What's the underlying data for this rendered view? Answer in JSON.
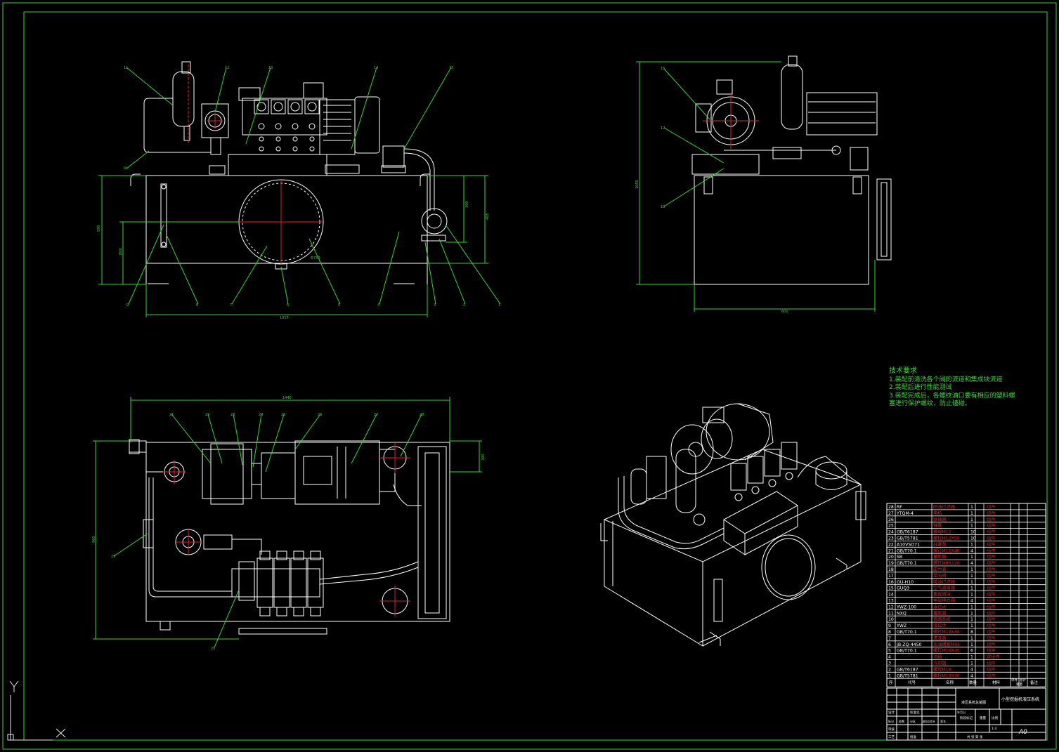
{
  "technical_requirements": {
    "heading": "技术要求",
    "lines": [
      "1.装配前清洗各个阀的流道和集成块流道",
      "2.装配后进行性能测试",
      "3.装配完成后，各螺纹油口要有相应的塑料螺",
      "塞进行保护螺纹，防止磕碰。"
    ]
  },
  "dimensions": {
    "front_width": "1015",
    "front_height": "590",
    "front_level": "800",
    "front_right_h1": "465",
    "front_right_h2": "390",
    "front_cover": "Φ750",
    "side_width": "600",
    "side_height": "1050",
    "top_width": "1440",
    "top_height": "980",
    "top_right": "390"
  },
  "callouts": {
    "front": [
      "11",
      "12",
      "13",
      "14",
      "15",
      "10",
      "9",
      "8",
      "7",
      "6",
      "5",
      "4",
      "3",
      "2",
      "1"
    ],
    "side": [
      "16",
      "17",
      "18"
    ],
    "top": [
      "21",
      "22",
      "23",
      "24",
      "25",
      "26",
      "27",
      "28",
      "20",
      "29"
    ]
  },
  "parts_list": [
    {
      "no": "28",
      "code": "RF",
      "name": "回油过滤器",
      "qty": "1",
      "mat": "组件"
    },
    {
      "no": "27",
      "code": "YTQM-4",
      "name": "电机",
      "qty": "1",
      "mat": "组件"
    },
    {
      "no": "26",
      "code": "",
      "name": "联轴器",
      "qty": "1",
      "mat": "组件"
    },
    {
      "no": "25",
      "code": "",
      "name": "钟罩",
      "qty": "1",
      "mat": "组件"
    },
    {
      "no": "24",
      "code": "GB/T6187",
      "name": "螺母M12",
      "qty": "10",
      "mat": "组件"
    },
    {
      "no": "23",
      "code": "GB/T5781",
      "name": "螺栓M12X50",
      "qty": "10",
      "mat": "组件"
    },
    {
      "no": "22",
      "code": "A10VSO71",
      "name": "柱塞泵",
      "qty": "1",
      "mat": "组件"
    },
    {
      "no": "21",
      "code": "GB/T70.1",
      "name": "螺钉M12X40",
      "qty": "4",
      "mat": "组件"
    },
    {
      "no": "20",
      "code": "SB",
      "name": "蓄能器",
      "qty": "1",
      "mat": "组件"
    },
    {
      "no": "19",
      "code": "GB/T70.1",
      "name": "螺钉M8X120",
      "qty": "4",
      "mat": "组件"
    },
    {
      "no": "18",
      "code": "",
      "name": "压力表",
      "qty": "1",
      "mat": "组件"
    },
    {
      "no": "17",
      "code": "",
      "name": "单向阀",
      "qty": "1",
      "mat": "组件"
    },
    {
      "no": "16",
      "code": "GU-H10",
      "name": "吸油过滤器",
      "qty": "1",
      "mat": "组件"
    },
    {
      "no": "15",
      "code": "GUQ3",
      "name": "空气滤清器",
      "qty": "1",
      "mat": "组件"
    },
    {
      "no": "14",
      "code": "",
      "name": "集成阀块",
      "qty": "1",
      "mat": "组件"
    },
    {
      "no": "13",
      "code": "",
      "name": "电磁换向阀",
      "qty": "4",
      "mat": "组件"
    },
    {
      "no": "12",
      "code": "YWZ-100",
      "name": "液位计",
      "qty": "1",
      "mat": "组件"
    },
    {
      "no": "11",
      "code": "NXQ",
      "name": "蓄能器",
      "qty": "1",
      "mat": "组件"
    },
    {
      "no": "10",
      "code": "",
      "name": "管路系统",
      "qty": "1",
      "mat": "组件"
    },
    {
      "no": "9",
      "code": "YWZ",
      "name": "液位计",
      "qty": "1",
      "mat": "组件"
    },
    {
      "no": "8",
      "code": "GB/T70.1",
      "name": "螺钉M10X30",
      "qty": "8",
      "mat": "组件"
    },
    {
      "no": "7",
      "code": "",
      "name": "清洗盖",
      "qty": "1",
      "mat": "组件"
    },
    {
      "no": "6",
      "code": "JB-ZQ-4450",
      "name": "放油螺塞M42",
      "qty": "1",
      "mat": "组件"
    },
    {
      "no": "5",
      "code": "GB/T70.1",
      "name": "螺钉M10X45",
      "qty": "6",
      "mat": "组件"
    },
    {
      "no": "4",
      "code": "",
      "name": "油箱",
      "qty": "1",
      "mat": "焊接件"
    },
    {
      "no": "3",
      "code": "",
      "name": "冷却器",
      "qty": "1",
      "mat": "组件"
    },
    {
      "no": "2",
      "code": "GB/T6187",
      "name": "螺母M10",
      "qty": "4",
      "mat": "组件"
    },
    {
      "no": "1",
      "code": "GB/T5781",
      "name": "螺栓M10X30",
      "qty": "4",
      "mat": "组件"
    }
  ],
  "parts_header": {
    "no": "序",
    "code": "代号",
    "name": "名称",
    "qty": "数量",
    "mat": "材料",
    "single": "单件",
    "total": "总计",
    "weight": "重量",
    "remark": "备注"
  },
  "title_block": {
    "drawing_name": "小型挖掘机液压系统",
    "subtitle": "液压系统总装图",
    "scale_row": [
      "标记",
      "处数",
      "分区",
      "更改文件号",
      "签名",
      "年月日"
    ],
    "stage_row": [
      "阶段标记",
      "重量",
      "比例"
    ],
    "design_row": [
      "设计",
      "",
      "标准化"
    ],
    "review_row": [
      "审核"
    ],
    "process_row": [
      "工艺",
      "",
      "批准"
    ],
    "sheet": "共 张 第 张",
    "scale_value": "1:4",
    "format": "A0"
  },
  "ucs": {
    "y": "Y",
    "x": "X"
  },
  "colors": {
    "line": "#ffffff",
    "dimension": "#2ed82e",
    "center": "#e02020",
    "border": "#2ed82e"
  }
}
